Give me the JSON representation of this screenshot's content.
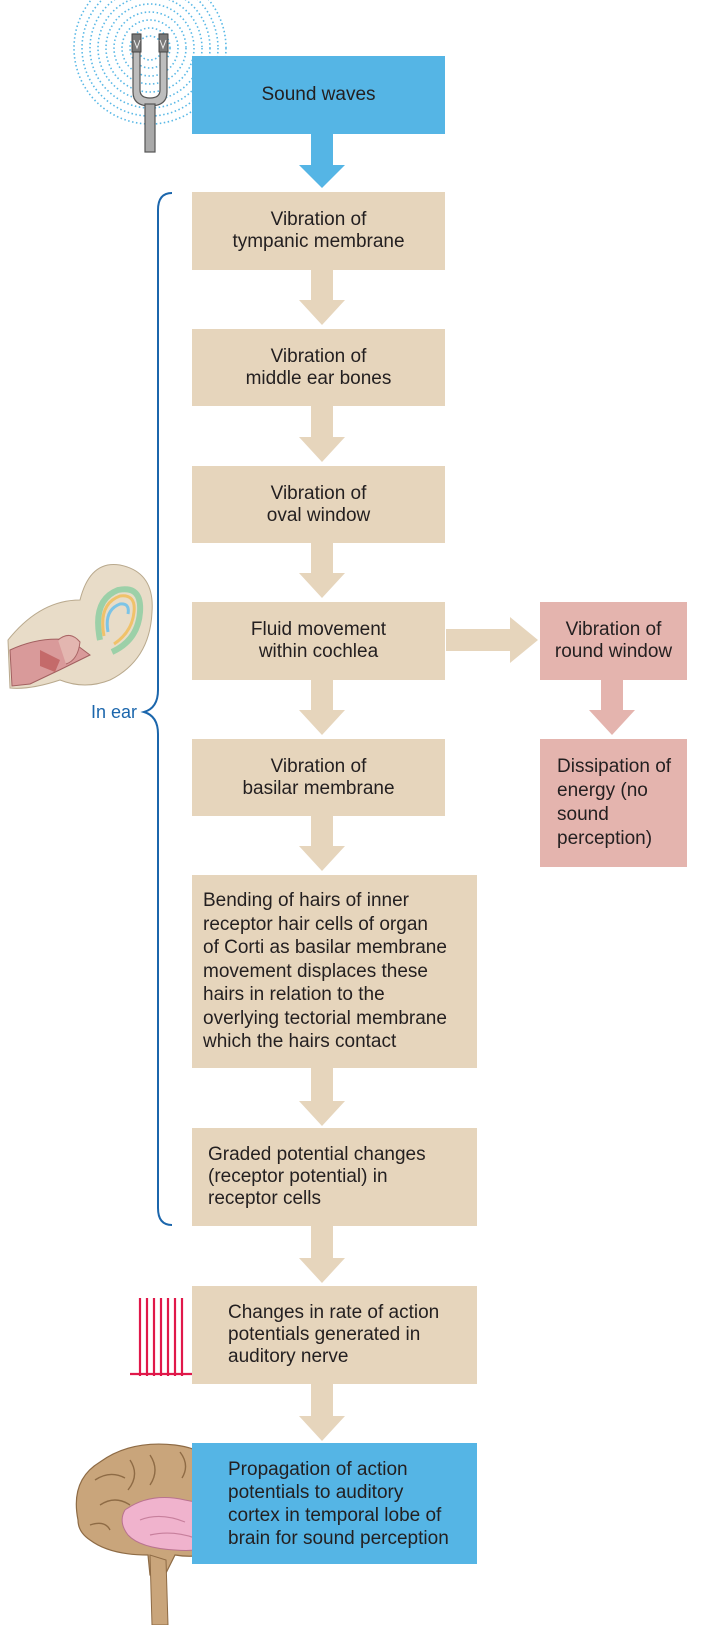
{
  "boxes": {
    "sound_waves": "Sound waves",
    "tympanic": "Vibration of\ntympanic membrane",
    "middle_ear": "Vibration of\nmiddle ear bones",
    "oval_window": "Vibration of\noval window",
    "fluid": "Fluid movement\nwithin cochlea",
    "round_window": "Vibration of\nround window",
    "dissipation": "Dissipation of\nenergy (no\nsound\nperception)",
    "basilar": "Vibration of\nbasilar membrane",
    "bending": "Bending of hairs of inner\nreceptor hair cells of organ\nof Corti as basilar membrane\nmovement displaces these\nhairs in relation to the\noverlying tectorial membrane\nwhich the hairs contact",
    "graded": "Graded potential changes\n(receptor potential) in\nreceptor cells",
    "action_potentials": "Changes in rate of action\npotentials generated in\nauditory nerve",
    "propagation": "Propagation of action\npotentials to auditory\ncortex in temporal lobe of\nbrain for sound perception"
  },
  "brace_label": "In ear",
  "colors": {
    "tan": "#e6d5bc",
    "blue": "#55b5e5",
    "pink": "#e4b4ae",
    "brace": "#1b66ac",
    "spike": "#e0184a"
  },
  "icons": [
    "tuning-fork-icon",
    "ear-anatomy-icon",
    "action-potential-spikes-icon",
    "brain-icon"
  ]
}
